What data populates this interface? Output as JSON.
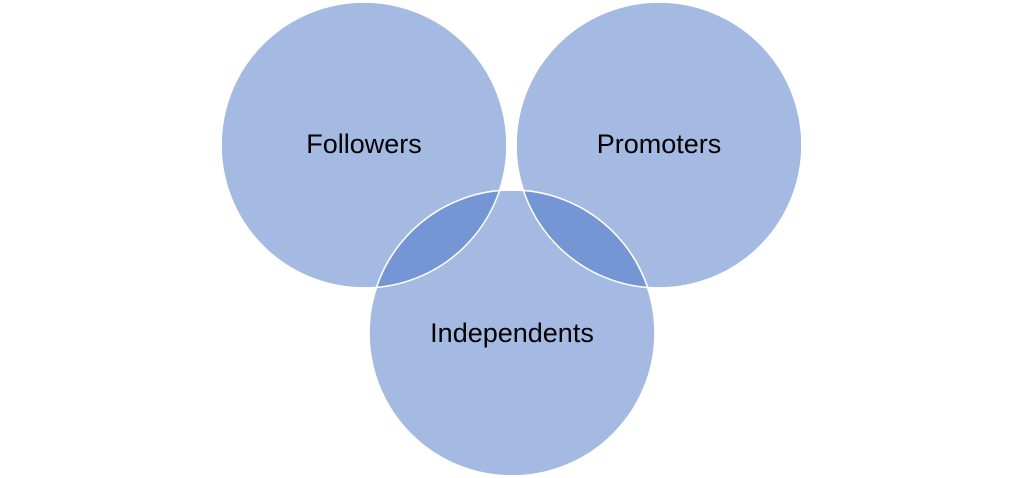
{
  "diagram": {
    "type": "venn",
    "sets": [
      {
        "id": "followers",
        "label": "Followers"
      },
      {
        "id": "promoters",
        "label": "Promoters"
      },
      {
        "id": "independents",
        "label": "Independents"
      }
    ],
    "colors": {
      "fill": "#a4bae2",
      "overlap": "#7596d4",
      "stroke": "#ffffff",
      "background": "#ffffff"
    }
  }
}
